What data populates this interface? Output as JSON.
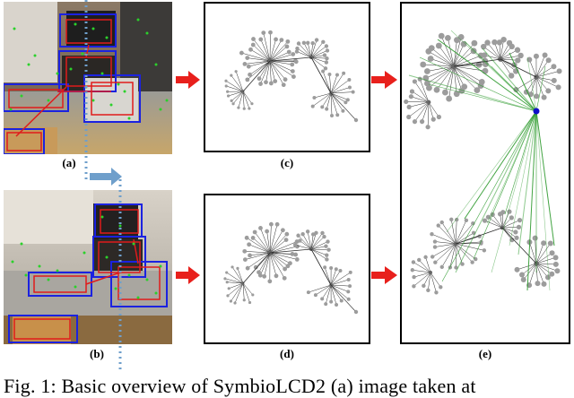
{
  "panels": {
    "a": {
      "label": "(a)"
    },
    "b": {
      "label": "(b)"
    },
    "c1": {
      "label": "(c)"
    },
    "d": {
      "label": "(d)"
    },
    "e": {
      "label": "(e)"
    }
  },
  "caption": {
    "text": "Fig. 1: Basic overview of SymbioLCD2 (a) image taken at"
  },
  "colors": {
    "arrow": "#e8201c",
    "blue_arrow": "#6f9fcb",
    "dotted_line": "#6f9fcb",
    "box_blue": "#1b22e0",
    "box_red": "#e01b1b",
    "keypoint_green": "#2bd12b",
    "node_gray": "#9c9c9c",
    "edge_dark": "#2a2a2a",
    "link_green": "#2e9a2e",
    "hub_blue": "#1010c8"
  }
}
